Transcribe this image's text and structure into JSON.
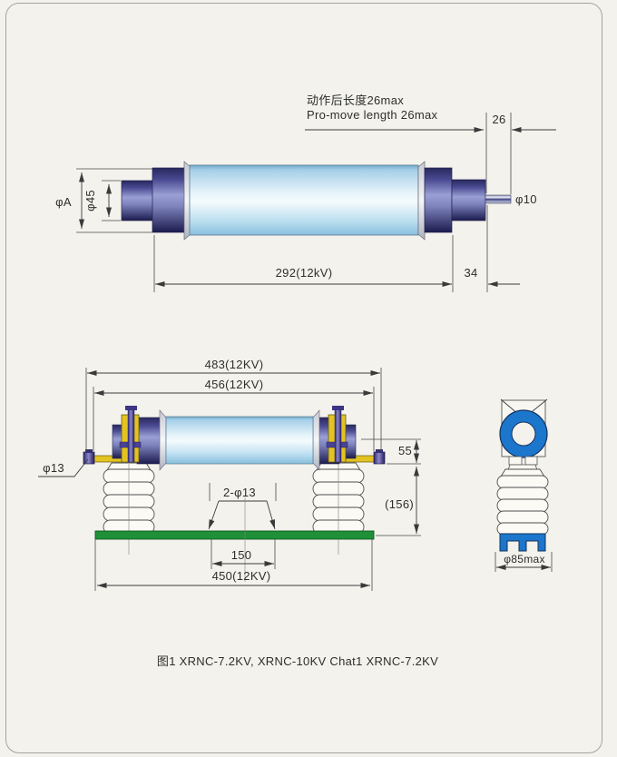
{
  "caption": "图1 XRNC-7.2KV, XRNC-10KV Chat1 XRNC-7.2KV",
  "colors": {
    "page_bg": "#f3f2ec",
    "fuse_body_blue": "#bfe0f2",
    "cap_navy": "#2c2c68",
    "clamp_yellow": "#e2c322",
    "base_green": "#1f9038",
    "end_view_blue": "#1b76cc"
  },
  "top_view": {
    "note_cn": "动作后长度26max",
    "note_en": "Pro-move length 26max",
    "dim_stroke_travel": "26",
    "dim_diameter_a": "φA",
    "dim_diameter_45": "φ45",
    "dim_diameter_10": "φ10",
    "dim_body_length": "292(12kV)",
    "dim_tail_length": "34"
  },
  "front_view": {
    "dim_overall_length": "483(12KV)",
    "dim_clamp_span": "456(12KV)",
    "dim_axis_height": "55",
    "dim_total_height": "(156)",
    "dim_terminal_bolt": "φ13",
    "dim_mounting_holes": "2-φ13",
    "dim_hole_spacing": "150",
    "dim_base_length": "450(12KV)"
  },
  "side_view": {
    "dim_max_width": "φ85max"
  }
}
